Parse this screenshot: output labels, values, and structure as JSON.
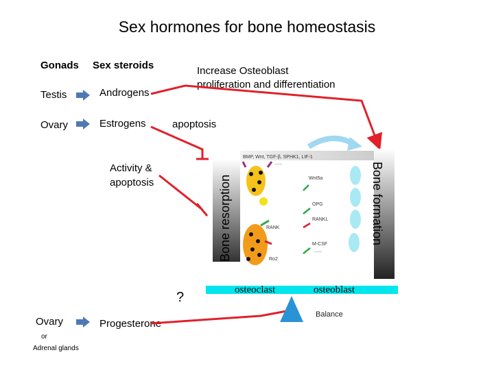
{
  "title": "Sex hormones for bone homeostasis",
  "headers": {
    "gonads": "Gonads",
    "steroids": "Sex steroids"
  },
  "rows": [
    {
      "source": "Testis",
      "hormone": "Androgens"
    },
    {
      "source": "Ovary",
      "hormone": "Estrogens"
    }
  ],
  "effects": {
    "increase_line1": "Increase Osteoblast",
    "increase_line2": "proliferation and differentiation",
    "apoptosis": "apoptosis",
    "activity_line1": "Activity &",
    "activity_line2": "apoptosis"
  },
  "progesterone": {
    "source": "Ovary",
    "or": "or",
    "alt_source": "Adrenal glands",
    "hormone": "Progesterone",
    "unknown": "?"
  },
  "figure": {
    "left_label": "Bone resorption",
    "right_label": "Bone formation",
    "osteoclast": "osteoclast",
    "osteoblast": "osteoblast",
    "balance": "Balance",
    "top_factors": "BMP, Wnt, TGF-β, SPHK1, LIF-1",
    "top_dots": "......",
    "factors": [
      "Wnt5a",
      "OPG",
      "RANKL",
      "M-CSF"
    ],
    "factors_dots": "......",
    "rank": "RANK",
    "ro2": "Ro2"
  },
  "colors": {
    "arrow_blue": "#4f78b5",
    "inhibit_red": "#e0202a",
    "cyan": "#00e5ee",
    "balance_blue": "#2a93d5"
  }
}
